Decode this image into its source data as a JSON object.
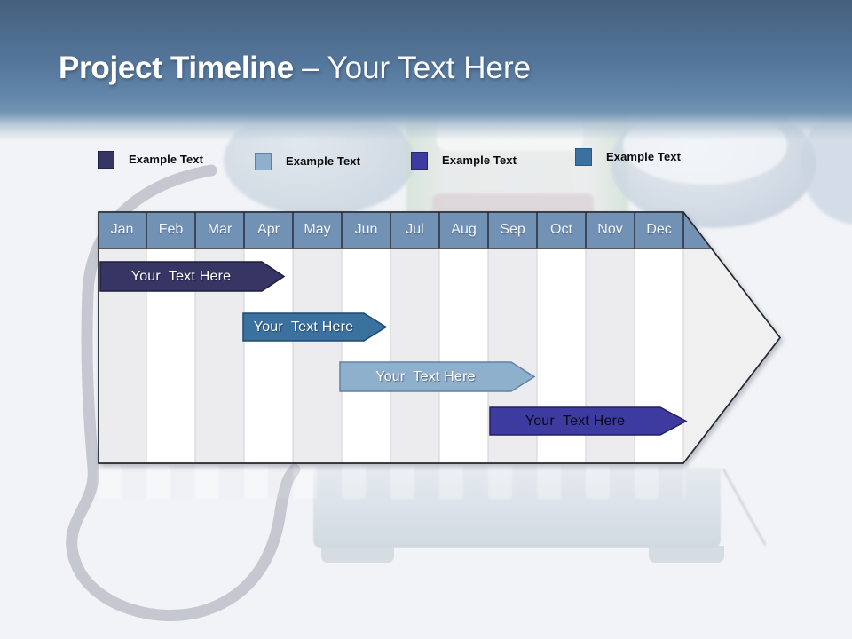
{
  "slide": {
    "title_bold": "Project Timeline",
    "title_light": "– Your Text Here",
    "band_color_top": "#45607e",
    "band_color_bottom": "#7697b5"
  },
  "legend": {
    "items": [
      {
        "label": "Example Text",
        "color": "#363564",
        "border": "#23224a"
      },
      {
        "label": "Example Text",
        "color": "#8fb0cd",
        "border": "#5d82a8"
      },
      {
        "label": "Example Text",
        "color": "#3d3aa0",
        "border": "#29276b"
      },
      {
        "label": "Example Text",
        "color": "#3a719f",
        "border": "#275a85"
      }
    ]
  },
  "timeline": {
    "header_color": "#7191b5",
    "months": [
      "Jan",
      "Feb",
      "Mar",
      "Apr",
      "May",
      "Jun",
      "Jul",
      "Aug",
      "Sep",
      "Oct",
      "Nov",
      "Dec"
    ],
    "bars": [
      {
        "label": "Your  Text Here",
        "color": "#363564",
        "border": "#1e1d3f",
        "text_color": "#ffffff"
      },
      {
        "label": "Your  Text Here",
        "color": "#3a719f",
        "border": "#1d4a70",
        "text_color": "#ffffff"
      },
      {
        "label": "Your  Text Here",
        "color": "#8fb0cd",
        "border": "#5d82a8",
        "text_color": "#ffffff"
      },
      {
        "label": "Your  Text Here",
        "color": "#3d3aa0",
        "border": "#23205c",
        "text_color": "#0b0b14"
      }
    ]
  },
  "chart_data": {
    "type": "bar",
    "variant": "gantt-timeline",
    "title": "Project Timeline – Your Text Here",
    "categories": [
      "Jan",
      "Feb",
      "Mar",
      "Apr",
      "May",
      "Jun",
      "Jul",
      "Aug",
      "Sep",
      "Oct",
      "Nov",
      "Dec"
    ],
    "x_axis_position": "top",
    "legend_position": "top",
    "grid": "alternating-month-columns",
    "series": [
      {
        "label": "Your Text Here",
        "color": "#363564",
        "start_month": 0.0,
        "end_month": 3.8
      },
      {
        "label": "Your Text Here",
        "color": "#3a719f",
        "start_month": 3.0,
        "end_month": 5.9
      },
      {
        "label": "Your Text Here",
        "color": "#8fb0cd",
        "start_month": 5.0,
        "end_month": 8.9
      },
      {
        "label": "Your Text Here",
        "color": "#3d3aa0",
        "start_month": 8.0,
        "end_month": 12.0
      }
    ]
  }
}
